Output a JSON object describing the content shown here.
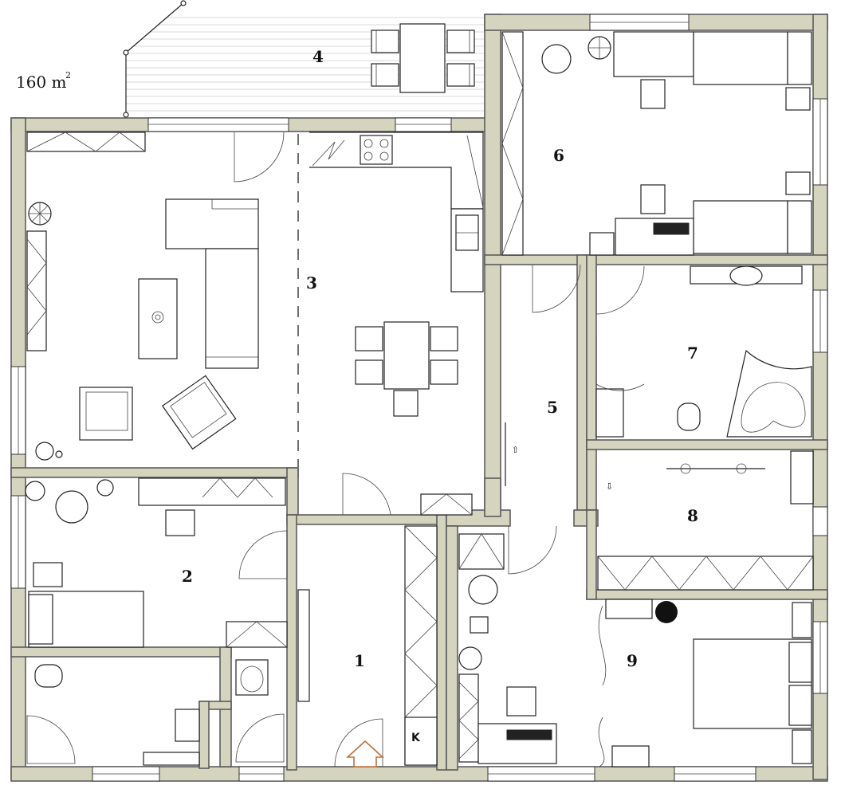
{
  "plan": {
    "area_value": "160 m",
    "area_superscript": "2",
    "closet_label": "K"
  },
  "rooms": [
    {
      "number": "1"
    },
    {
      "number": "2"
    },
    {
      "number": "3"
    },
    {
      "number": "4"
    },
    {
      "number": "5"
    },
    {
      "number": "6"
    },
    {
      "number": "7"
    },
    {
      "number": "8"
    },
    {
      "number": "9"
    }
  ],
  "colors": {
    "wall_fill": "#d4d4bf",
    "line": "#222222",
    "entrance_arrow": "#c0703a"
  }
}
